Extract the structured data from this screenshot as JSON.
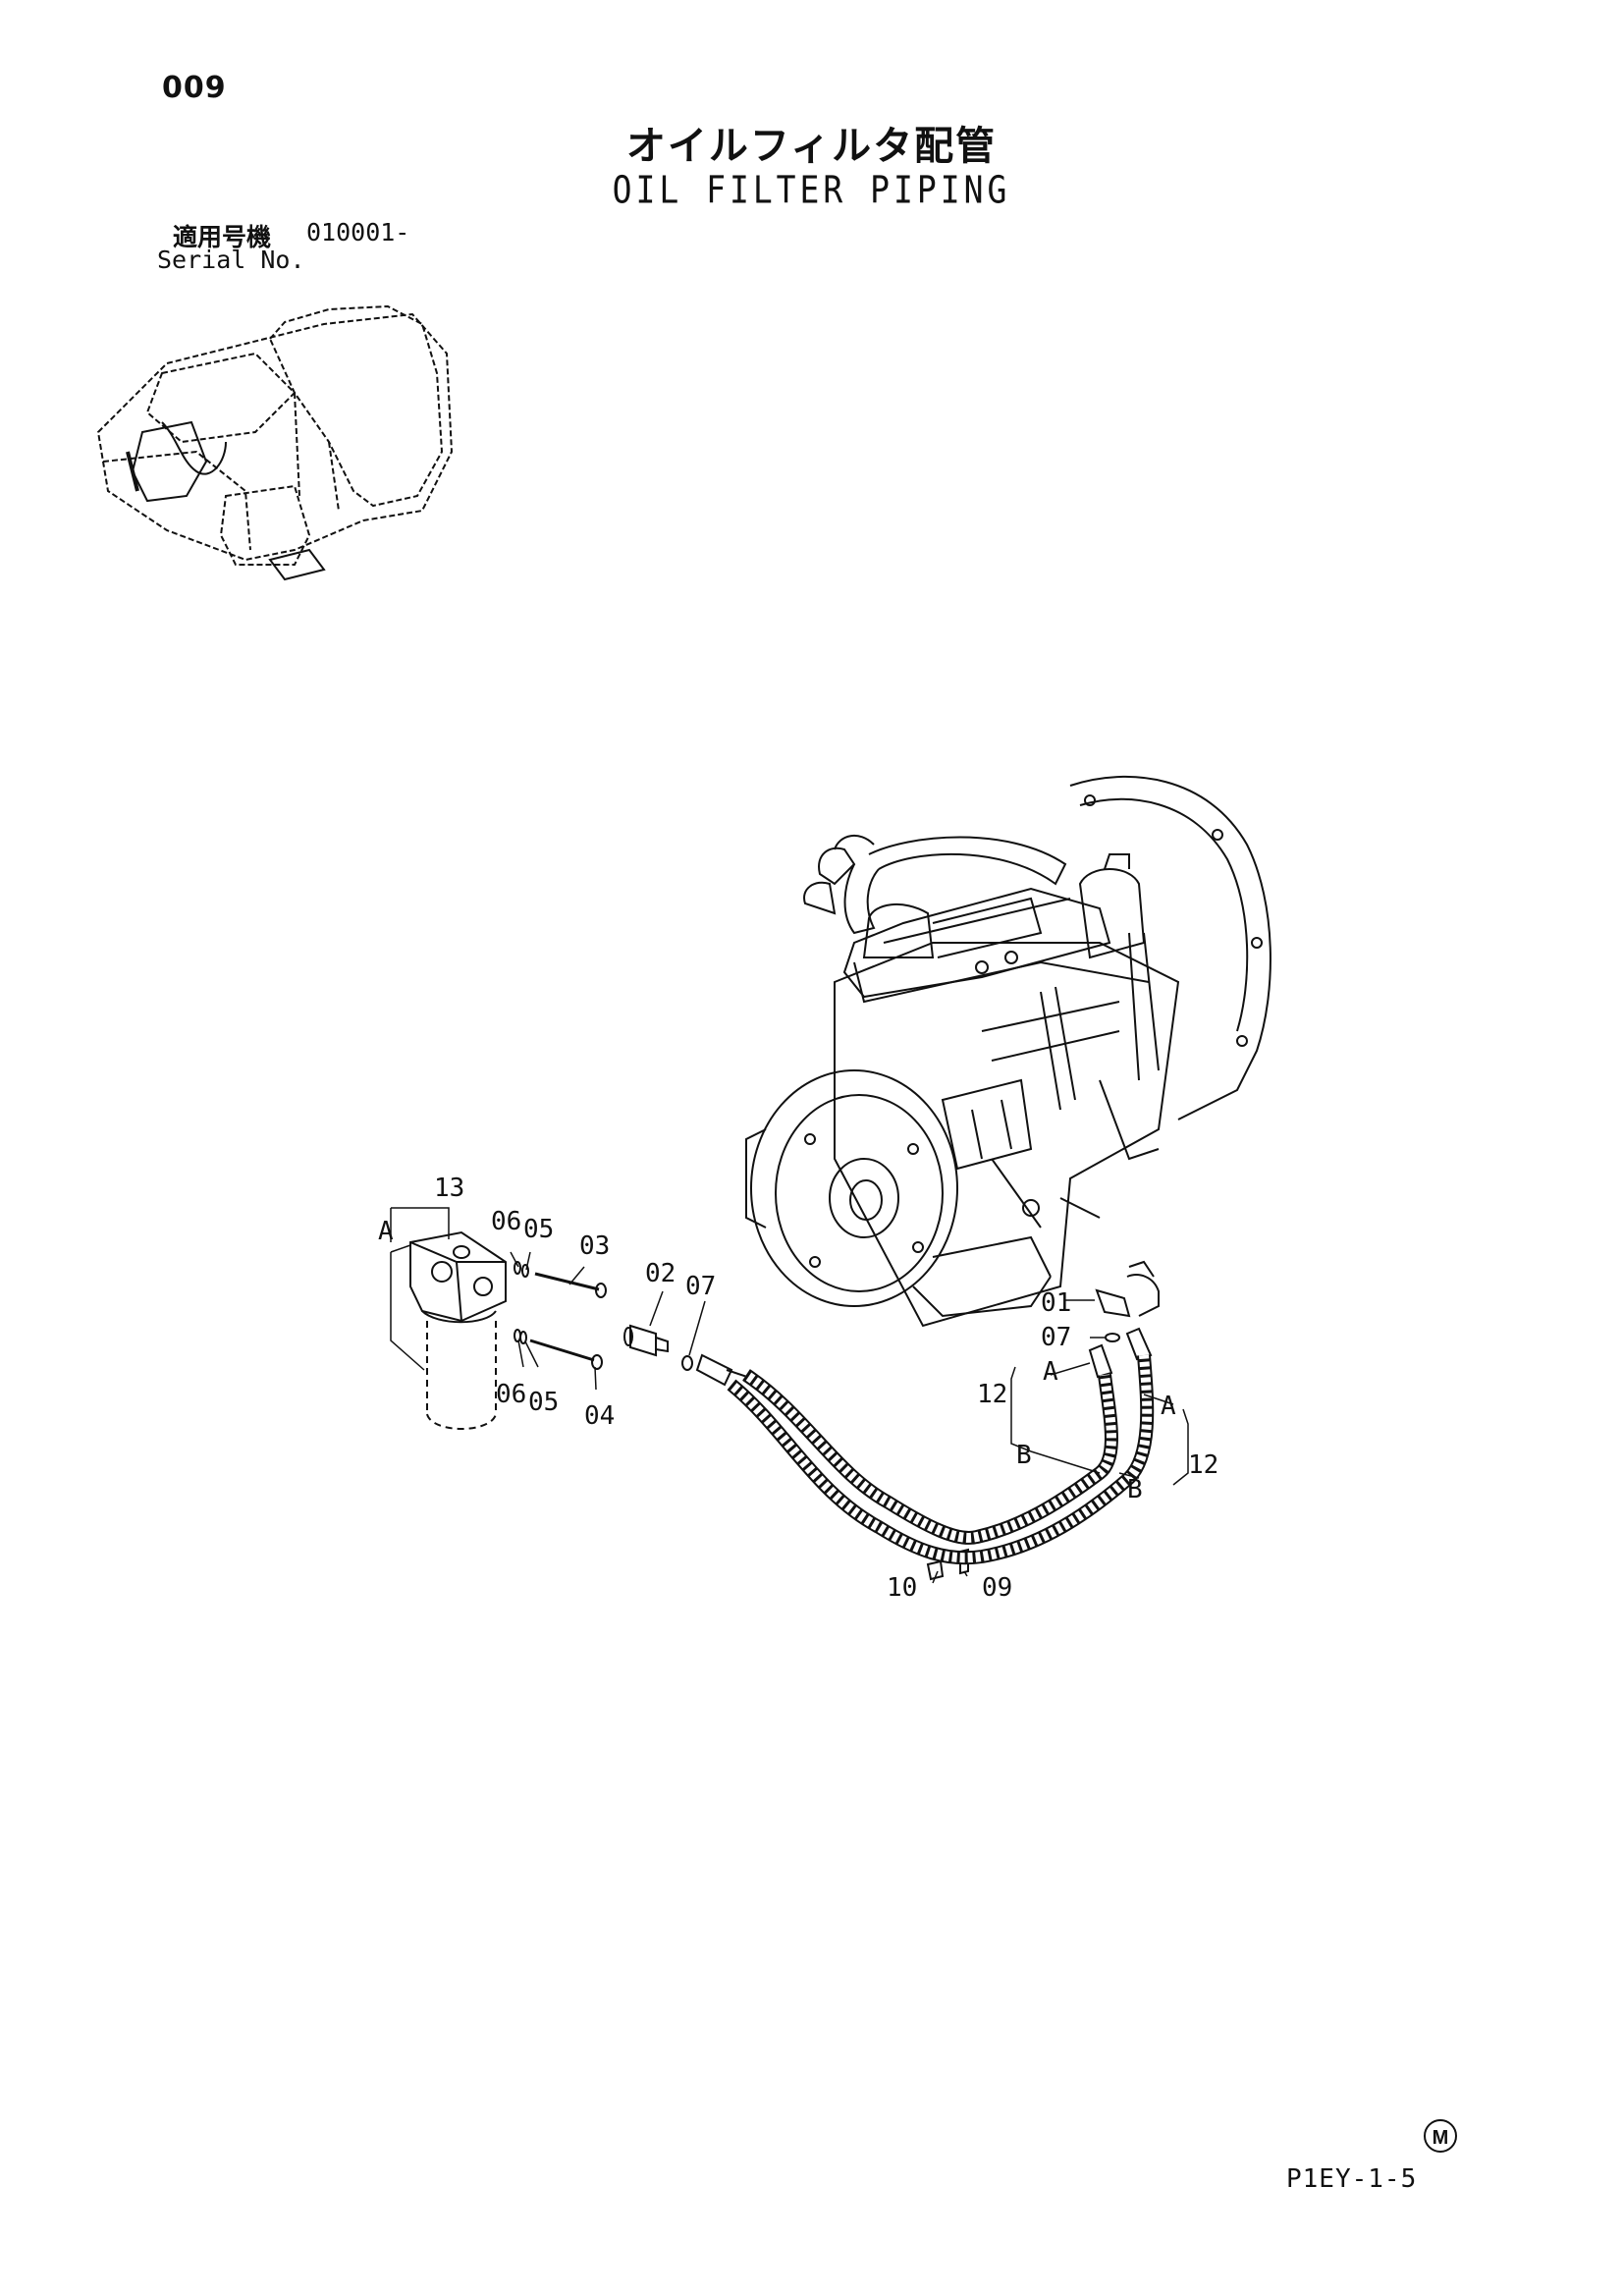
{
  "header": {
    "page_number": "009",
    "title_ja": "オイルフィルタ配管",
    "title_en": "OIL FILTER PIPING",
    "serial_label_ja": "適用号機",
    "serial_value": "010001-",
    "serial_label_en": "Serial No."
  },
  "callouts": {
    "c13": "13",
    "cA_filter": "A",
    "c06_upper": "06",
    "c05_upper": "05",
    "c03": "03",
    "c02": "02",
    "c07_left": "07",
    "c06_lower": "06",
    "c05_lower": "05",
    "c04": "04",
    "c01": "01",
    "c07_right": "07",
    "c12_left": "12",
    "cA_left": "A",
    "cB_left": "B",
    "cA_right": "A",
    "cB_right": "B",
    "c12_right": "12",
    "c10": "10",
    "c09": "09"
  },
  "footer": {
    "mark": "M",
    "page_code": "P1EY-1-5"
  }
}
